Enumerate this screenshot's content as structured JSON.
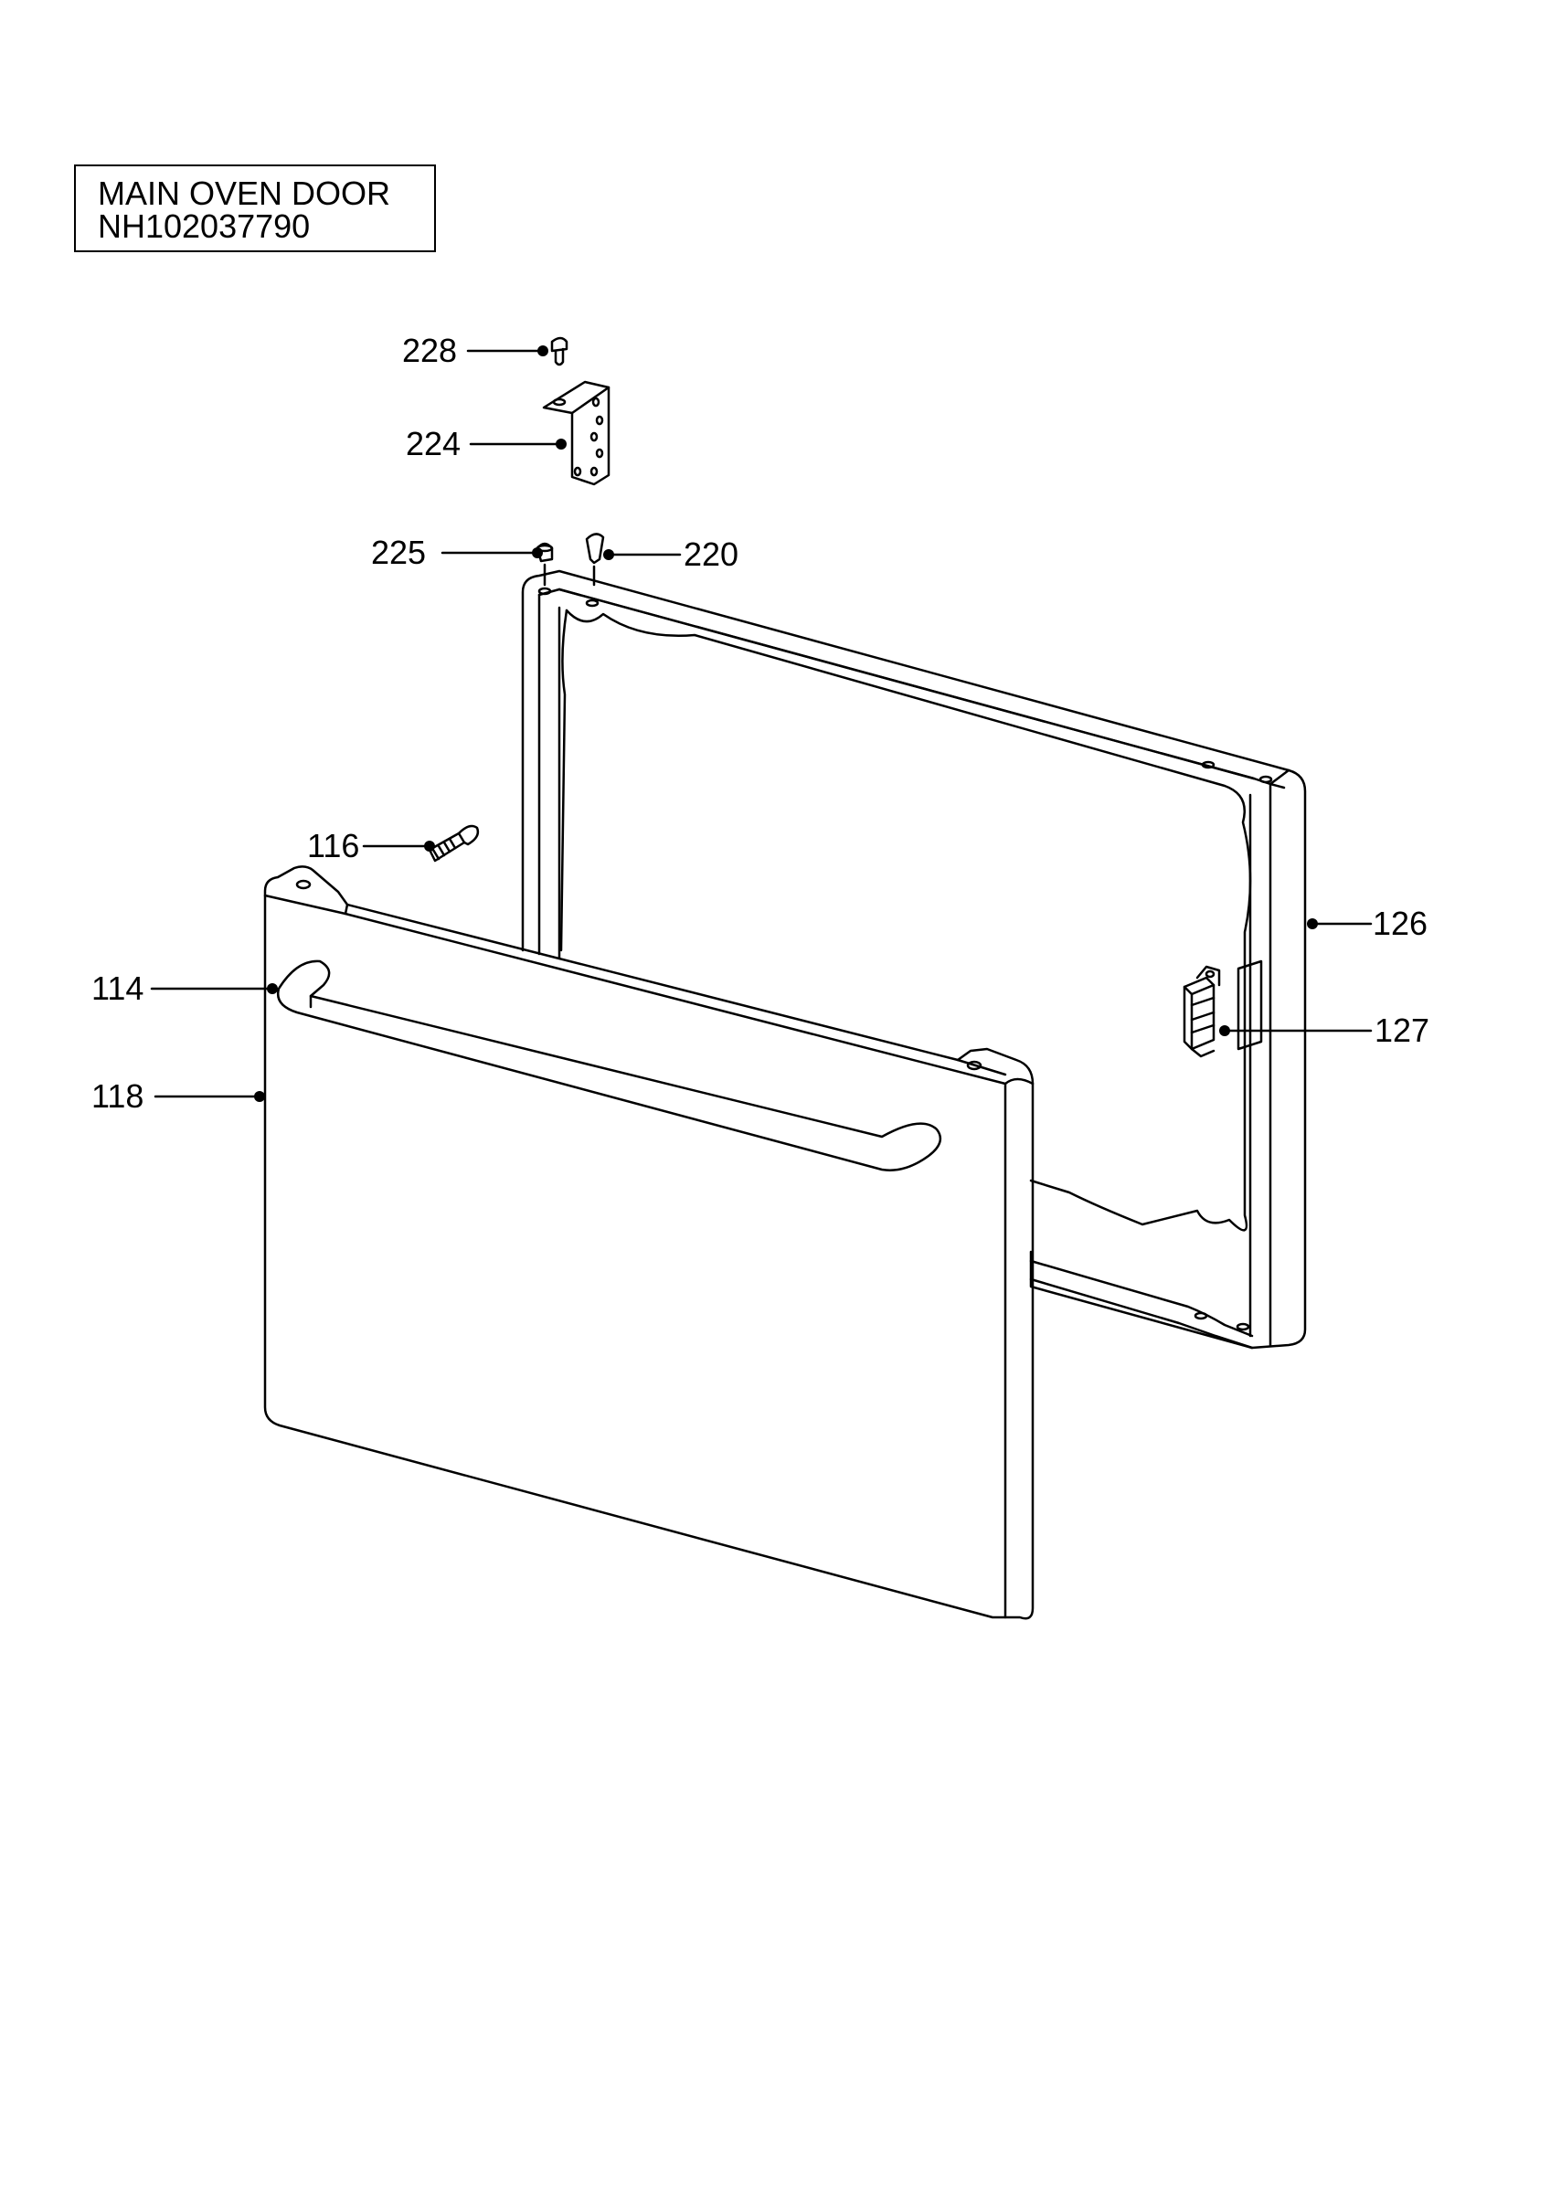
{
  "title": {
    "line1": "MAIN OVEN DOOR",
    "line2": "NH102037790"
  },
  "parts": {
    "p228": "228",
    "p224": "224",
    "p225": "225",
    "p220": "220",
    "p116": "116",
    "p114": "114",
    "p118": "118",
    "p126": "126",
    "p127": "127"
  },
  "colors": {
    "line": "#000000",
    "background": "#ffffff"
  }
}
